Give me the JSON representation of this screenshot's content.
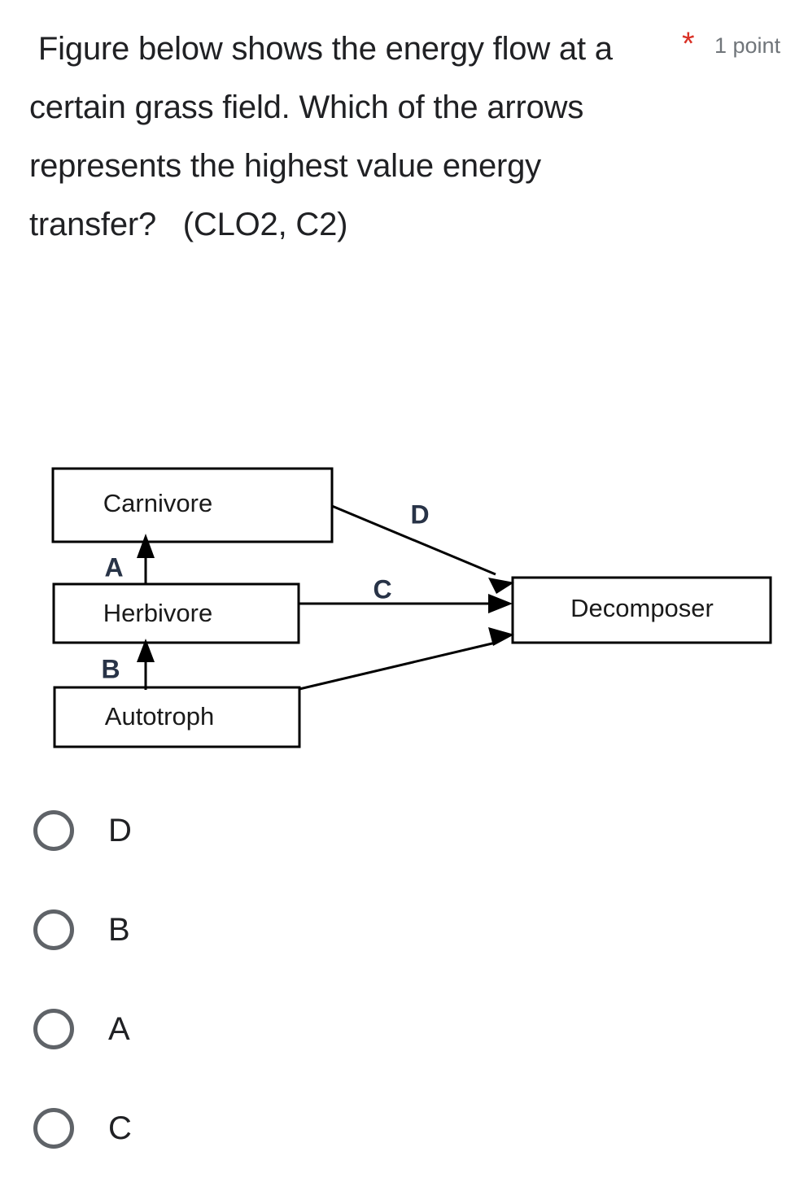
{
  "question": {
    "text": " Figure below shows the energy flow at a certain grass field. Which of the arrows represents the highest value energy transfer?   (CLO2, C2)",
    "required_marker": "*",
    "points_label": "1 point",
    "required_color": "#d93025",
    "points_color": "#70757a",
    "text_color": "#202124"
  },
  "diagram": {
    "type": "energy-flow-diagram",
    "box_stroke_color": "#000000",
    "box_fill_color": "#ffffff",
    "label_color": "#283347",
    "nodes": [
      {
        "id": "carnivore",
        "label": "Carnivore"
      },
      {
        "id": "herbivore",
        "label": "Herbivore"
      },
      {
        "id": "autotroph",
        "label": "Autotroph"
      },
      {
        "id": "decomposer",
        "label": "Decomposer"
      }
    ],
    "arrows": [
      {
        "id": "A",
        "label": "A",
        "from": "herbivore",
        "to": "carnivore"
      },
      {
        "id": "B",
        "label": "B",
        "from": "autotroph",
        "to": "herbivore"
      },
      {
        "id": "C",
        "label": "C",
        "from": "herbivore",
        "to": "decomposer"
      },
      {
        "id": "D",
        "label": "D",
        "from": "carnivore",
        "to": "decomposer"
      },
      {
        "id": "E",
        "label": "",
        "from": "autotroph",
        "to": "decomposer"
      }
    ]
  },
  "options": {
    "items": [
      {
        "label": "D",
        "selected": false
      },
      {
        "label": "B",
        "selected": false
      },
      {
        "label": "A",
        "selected": false
      },
      {
        "label": "C",
        "selected": false
      }
    ],
    "radio_color": "#5f6368"
  }
}
